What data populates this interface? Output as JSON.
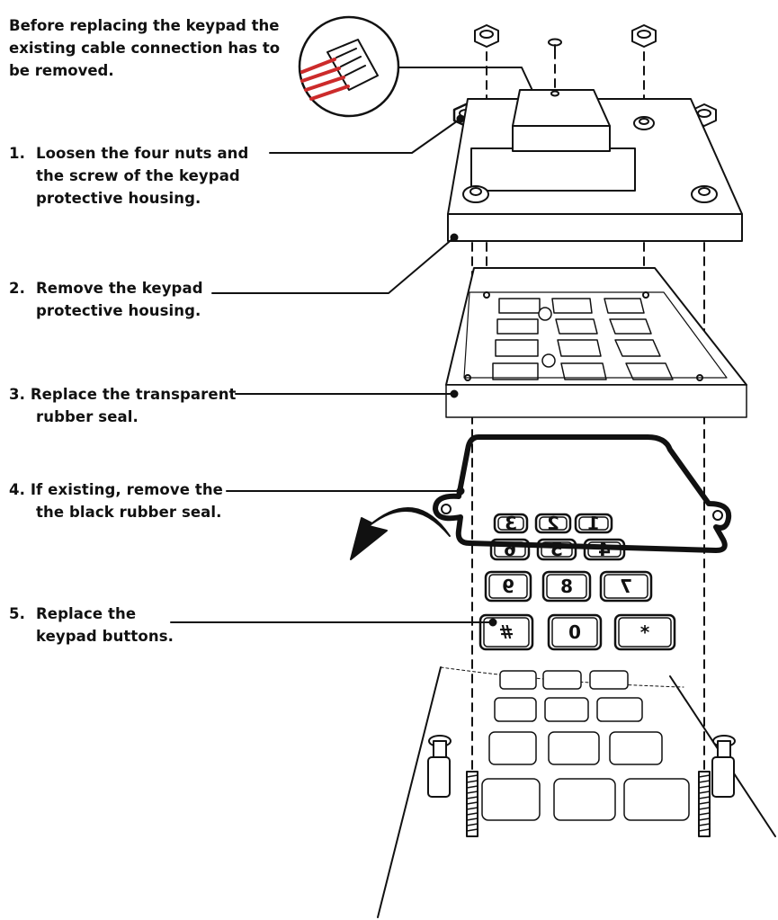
{
  "intro": "Before replacing the keypad the existing cable connection has to be removed.",
  "steps": [
    {
      "number": "1.",
      "line1": "Loosen the four nuts and",
      "line2": "the screw of the keypad",
      "line3": "protective housing."
    },
    {
      "number": "2.",
      "line1": "Remove the keypad",
      "line2": "protective housing."
    },
    {
      "number": "3.",
      "line1": "Replace the transparent",
      "line2": "rubber seal."
    },
    {
      "number": "4.",
      "line1": "If existing, remove the",
      "line2": "the black rubber seal."
    },
    {
      "number": "5.",
      "line1": "Replace the",
      "line2": "keypad buttons."
    }
  ],
  "keys": [
    "1",
    "2",
    "3",
    "4",
    "5",
    "6",
    "7",
    "8",
    "9",
    "*",
    "0",
    "#"
  ],
  "colors": {
    "cable": "#cc2b2b",
    "line": "#111111"
  }
}
